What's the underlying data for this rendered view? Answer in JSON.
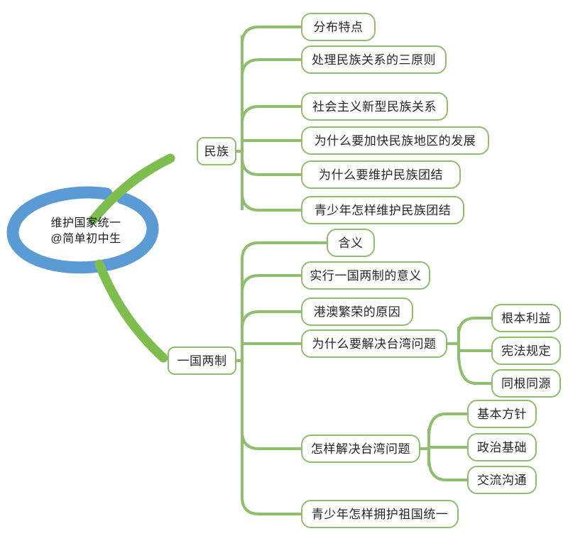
{
  "diagram": {
    "type": "mind-map",
    "title": "维护国家统一",
    "colors": {
      "branch_green": "#8FBE6E",
      "trunk_green": "#7DBE4F",
      "center_blue": "#5B9BD5",
      "node_fill": "#FFFFFF",
      "text": "#262626"
    }
  },
  "center": {
    "line1": "维护国家统一",
    "line2": "@简单初中生"
  },
  "branches": [
    {
      "label": "民族",
      "children": [
        {
          "label": "分布特点"
        },
        {
          "label": "处理民族关系的三原则"
        },
        {
          "label": "社会主义新型民族关系"
        },
        {
          "label": "为什么要加快民族地区的发展"
        },
        {
          "label": "为什么要维护民族团结"
        },
        {
          "label": "青少年怎样维护民族团结"
        }
      ]
    },
    {
      "label": "一国两制",
      "children": [
        {
          "label": "含义"
        },
        {
          "label": "实行一国两制的意义"
        },
        {
          "label": "港澳繁荣的原因"
        },
        {
          "label": "为什么要解决台湾问题",
          "children": [
            {
              "label": "根本利益"
            },
            {
              "label": "宪法规定"
            },
            {
              "label": "同根同源"
            }
          ]
        },
        {
          "label": "怎样解决台湾问题",
          "children": [
            {
              "label": "基本方针"
            },
            {
              "label": "政治基础"
            },
            {
              "label": "交流沟通"
            }
          ]
        },
        {
          "label": "青少年怎样拥护祖国统一"
        }
      ]
    }
  ]
}
